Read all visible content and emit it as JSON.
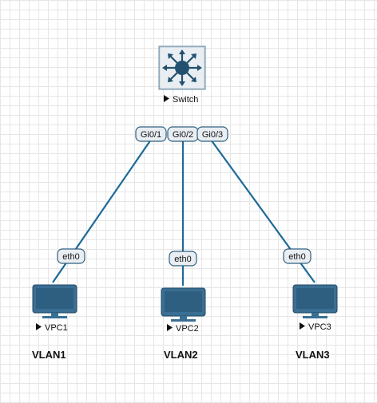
{
  "nodes": {
    "switch": {
      "label": "Switch",
      "icon": "multilayer-switch-icon"
    },
    "vpc1": {
      "label": "VPC1",
      "icon": "monitor-icon"
    },
    "vpc2": {
      "label": "VPC2",
      "icon": "monitor-icon"
    },
    "vpc3": {
      "label": "VPC3",
      "icon": "monitor-icon"
    }
  },
  "ports": {
    "sw_gi01": "Gi0/1",
    "sw_gi02": "Gi0/2",
    "sw_gi03": "Gi0/3",
    "vpc1_eth0": "eth0",
    "vpc2_eth0": "eth0",
    "vpc3_eth0": "eth0"
  },
  "vlans": {
    "vlan1": "VLAN1",
    "vlan2": "VLAN2",
    "vlan3": "VLAN3"
  },
  "colors": {
    "link": "#1e6a98",
    "device_fill": "#3a6f93",
    "device_dark": "#234a66"
  }
}
